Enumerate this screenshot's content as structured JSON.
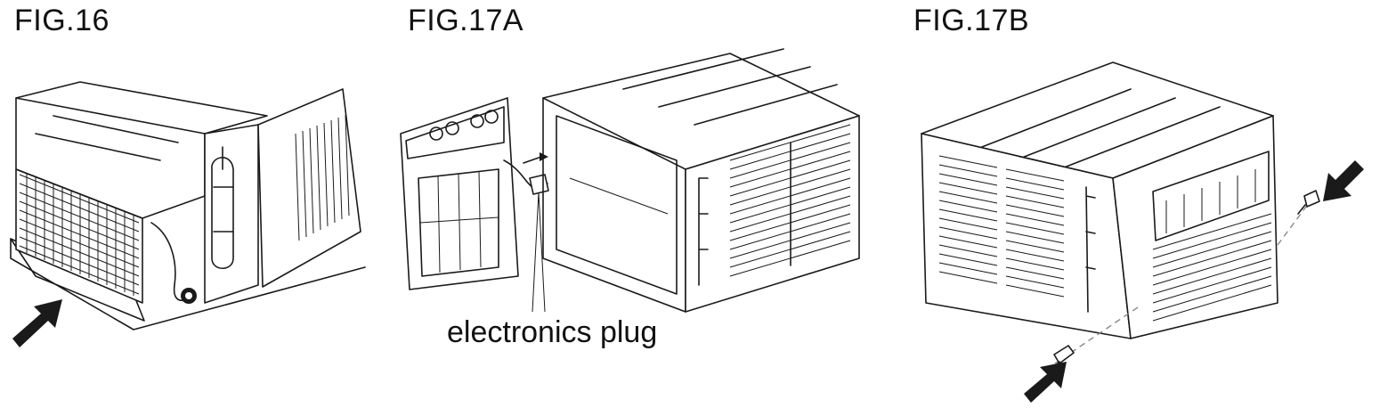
{
  "figures": [
    {
      "id": "fig16",
      "title": "FIG.16"
    },
    {
      "id": "fig17a",
      "title": "FIG.17A",
      "callout": "electronics plug"
    },
    {
      "id": "fig17b",
      "title": "FIG.17B"
    }
  ],
  "icons": [
    "push-arrow-icon",
    "screw-icon"
  ]
}
